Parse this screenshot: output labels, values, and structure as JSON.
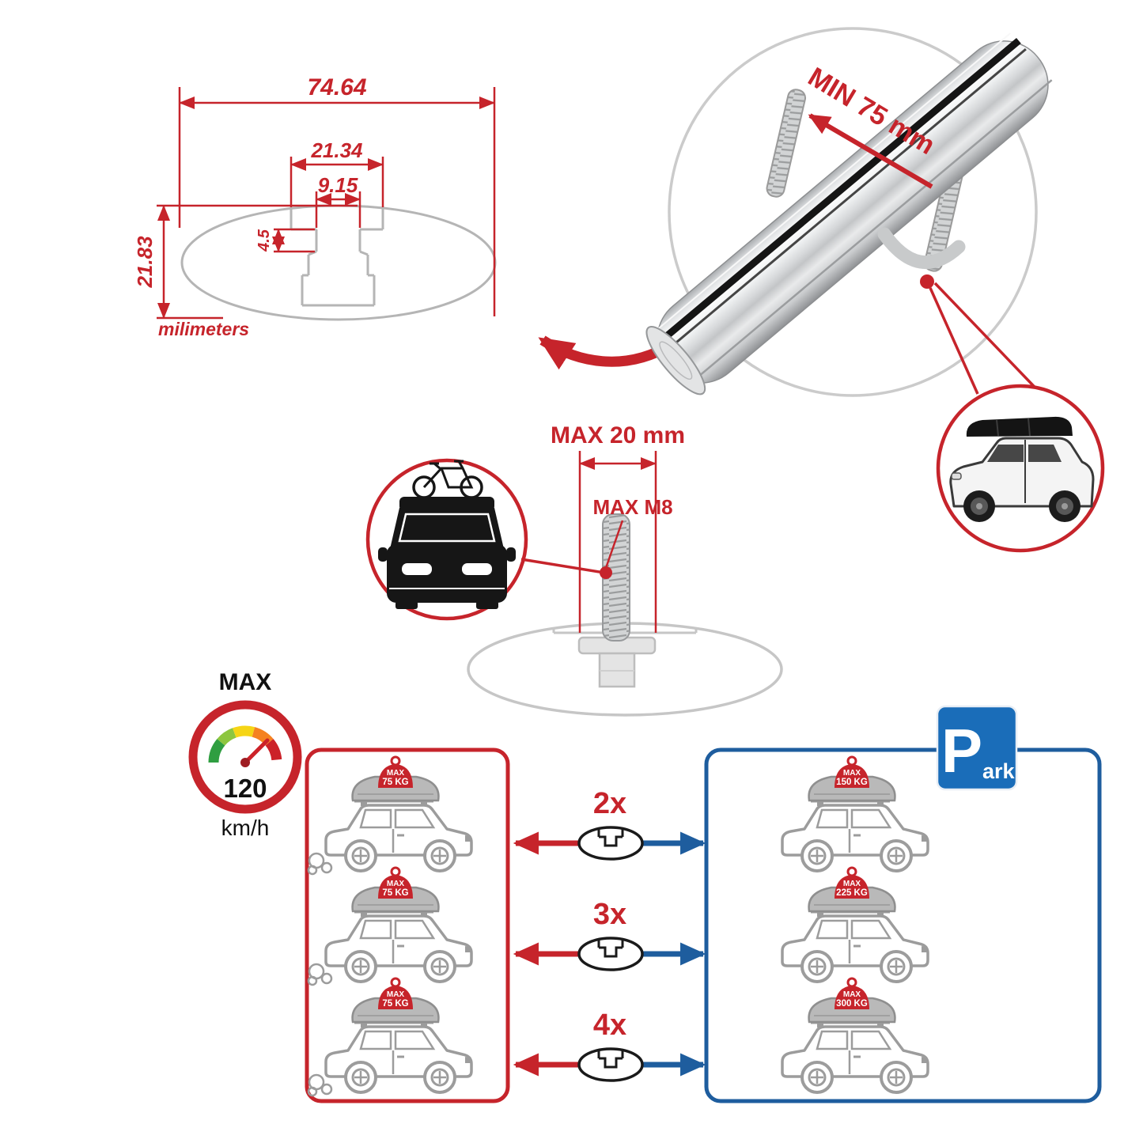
{
  "cross_section": {
    "total_width": "74.64",
    "boss_width": "21.34",
    "slot_width": "9.15",
    "lip_depth": "4.5",
    "total_height": "21.83",
    "units_label": "milimeters"
  },
  "clamp_detail": {
    "min_label": "MIN 75 mm"
  },
  "bolt_detail": {
    "max_length_label": "MAX 20 mm",
    "max_thread_label": "MAX M8"
  },
  "speed_limit": {
    "label": "MAX",
    "value": "120",
    "unit": "km/h"
  },
  "park_sign": {
    "letter": "P",
    "suffix": "ark"
  },
  "driving_panel": {
    "cars": [
      {
        "badge_label": "MAX",
        "badge_value": "75 KG"
      },
      {
        "badge_label": "MAX",
        "badge_value": "75 KG"
      },
      {
        "badge_label": "MAX",
        "badge_value": "75 KG"
      }
    ]
  },
  "parked_panel": {
    "cars": [
      {
        "badge_label": "MAX",
        "badge_value": "150 KG"
      },
      {
        "badge_label": "MAX",
        "badge_value": "225 KG"
      },
      {
        "badge_label": "MAX",
        "badge_value": "300 KG"
      }
    ]
  },
  "bar_counts": [
    {
      "label": "2x"
    },
    {
      "label": "3x"
    },
    {
      "label": "4x"
    }
  ],
  "colors": {
    "accent_red": "#c6242b",
    "accent_blue": "#1e5d9e",
    "outline_gray": "#9c9c9c"
  }
}
